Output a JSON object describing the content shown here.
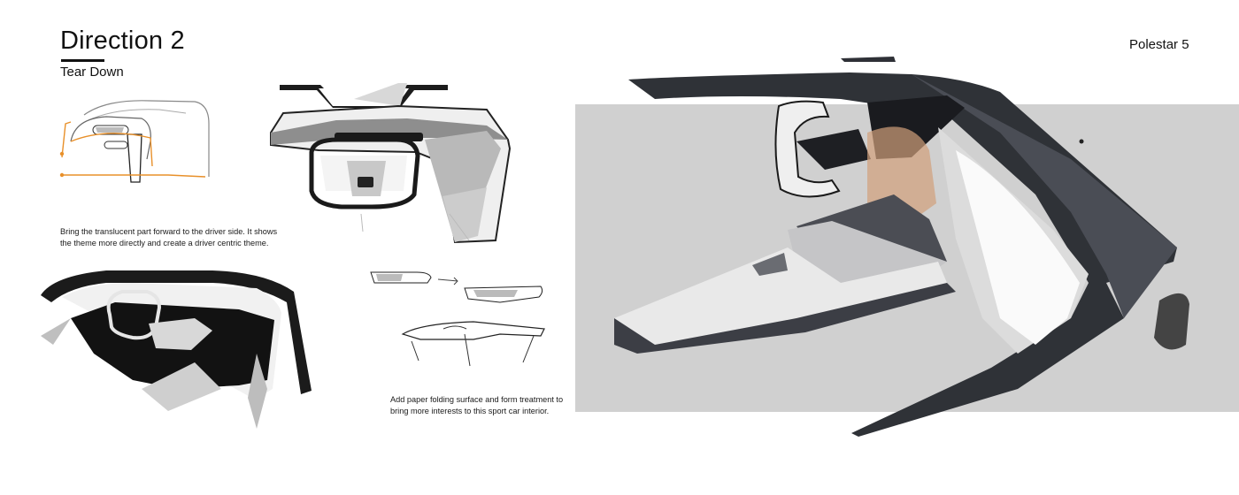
{
  "header": {
    "title": "Direction 2",
    "subtitle": "Tear Down",
    "brand": "Polestar 5"
  },
  "notes": {
    "driver_side": "Bring the translucent part forward to the driver side. It shows the theme more directly and create a driver centric theme.",
    "paper_folding": "Add paper folding surface and form treatment to bring more interests to this sport car interior."
  },
  "colors": {
    "accent_orange": "#e8902a",
    "panel_gray": "#d0d0d0",
    "dark_surface": "#3a3d44",
    "ink": "#111111"
  }
}
